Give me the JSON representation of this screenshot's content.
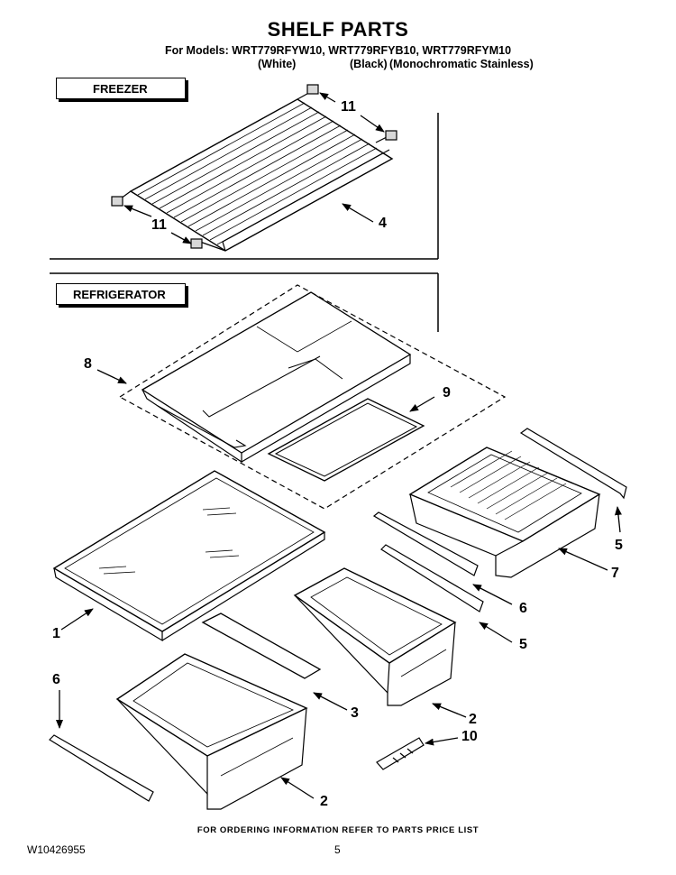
{
  "header": {
    "title": "SHELF PARTS",
    "models_line": "For Models: WRT779RFYW10, WRT779RFYB10, WRT779RFYM10",
    "color_white": "(White)",
    "color_black": "(Black)",
    "color_stainless": "(Monochromatic Stainless)"
  },
  "sections": {
    "freezer": "FREEZER",
    "refrigerator": "REFRIGERATOR"
  },
  "callouts": {
    "c11_top": "11",
    "c11_bottom": "11",
    "c4": "4",
    "c8": "8",
    "c9": "9",
    "c1": "1",
    "c5_top": "5",
    "c7": "7",
    "c6_mid": "6",
    "c5_mid": "5",
    "c6_left": "6",
    "c3": "3",
    "c2_right": "2",
    "c10": "10",
    "c2_bottom": "2"
  },
  "footer": {
    "note": "FOR ORDERING INFORMATION REFER TO PARTS PRICE LIST",
    "doc_id": "W10426955",
    "page": "5"
  }
}
